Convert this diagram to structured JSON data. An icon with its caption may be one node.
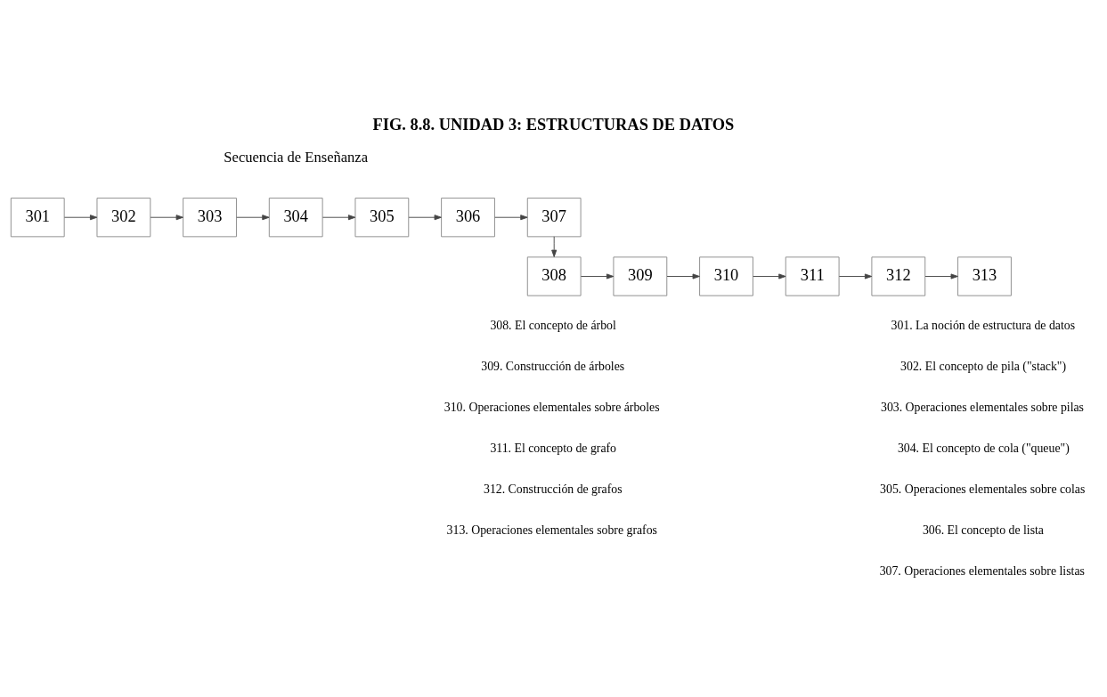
{
  "diagram": {
    "title": "FIG. 8.8. UNIDAD 3: ESTRUCTURAS DE DATOS",
    "nodes": [
      {
        "text": [
          "301"
        ]
      },
      {
        "text": [
          "302"
        ]
      },
      {
        "text": [
          "303"
        ]
      },
      {
        "text": [
          "304"
        ]
      },
      {
        "text": [
          "305"
        ]
      },
      {
        "text": [
          "306"
        ]
      },
      {
        "text": [
          "307"
        ]
      },
      {
        "text": [
          "308"
        ]
      },
      {
        "text": [
          "309"
        ]
      },
      {
        "text": [
          "310"
        ]
      },
      {
        "text": [
          "311"
        ]
      },
      {
        "text": [
          "312"
        ]
      },
      {
        "text": [
          "313"
        ]
      }
    ],
    "edges": [
      {
        "from": 0,
        "to": 1,
        "arrow": "to"
      },
      {
        "from": 1,
        "to": 2,
        "arrow": "to"
      },
      {
        "from": 2,
        "to": 3,
        "arrow": "to"
      },
      {
        "from": 3,
        "to": 4,
        "arrow": "to"
      },
      {
        "from": 4,
        "to": 5,
        "arrow": "to"
      },
      {
        "from": 5,
        "to": 6,
        "arrow": "to"
      },
      {
        "from": 6,
        "to": 7,
        "arrow": "to"
      },
      {
        "from": 7,
        "to": 8,
        "arrow": "to"
      },
      {
        "from": 8,
        "to": 9,
        "arrow": "to"
      },
      {
        "from": 9,
        "to": 10,
        "arrow": "to"
      },
      {
        "from": 10,
        "to": 11,
        "arrow": "to"
      },
      {
        "from": 11,
        "to": 12,
        "arrow": "to"
      }
    ],
    "labels": [
      "Secuencia de Enseñanza",
      "301. La noción de estructura de datos",
      "302. El concepto de pila (\"stack\")",
      "303. Operaciones elementales sobre pilas",
      "304. El concepto de cola (\"queue\")",
      "305. Operaciones elementales sobre colas",
      "306. El concepto de lista",
      "307. Operaciones elementales sobre listas",
      "308. El concepto de árbol",
      "309. Construcción de árboles",
      "310. Operaciones elementales sobre árboles",
      "311. El concepto de grafo",
      "312. Construcción de grafos",
      "313. Operaciones elementales sobre grafos"
    ]
  }
}
